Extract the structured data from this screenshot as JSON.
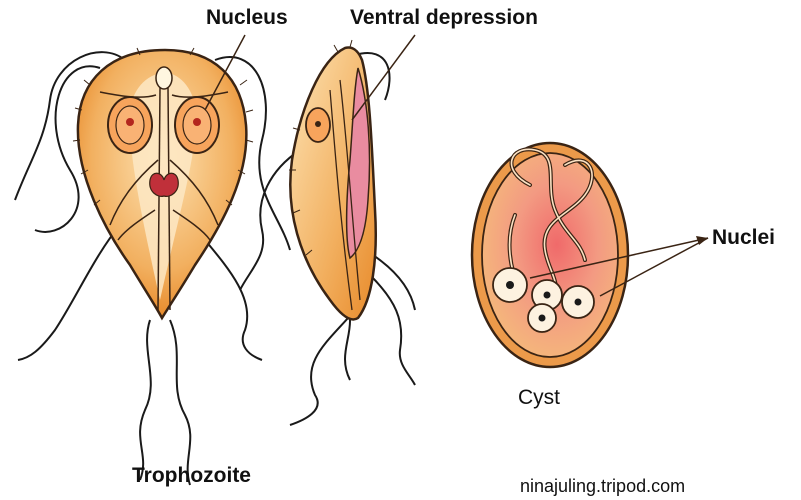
{
  "labels": {
    "nucleus": "Nucleus",
    "ventral_depression": "Ventral depression",
    "nuclei": "Nuclei",
    "cyst": "Cyst",
    "trophozoite": "Trophozoite"
  },
  "watermark": "ninajuling.tripod.com",
  "colors": {
    "outline": "#3a2414",
    "body_orange": "#f0a040",
    "body_light": "#fde3b4",
    "nucleus_fill": "#f7a45c",
    "sucker_red": "#c0303a",
    "cyst_outer": "#ec9a4a",
    "cyst_inner": "#f4b47c",
    "cyst_pink": "#f08080",
    "side_pink": "#e98ca0"
  }
}
